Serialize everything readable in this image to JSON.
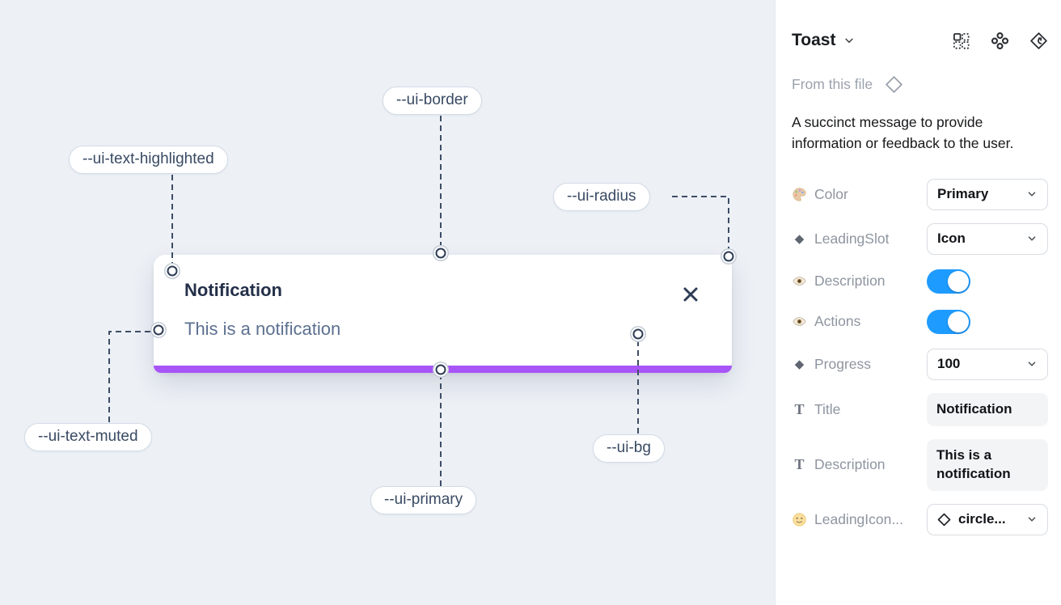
{
  "canvas": {
    "toast": {
      "title": "Notification",
      "description": "This is a notification"
    },
    "variables": [
      {
        "name": "--ui-text-highlighted"
      },
      {
        "name": "--ui-border"
      },
      {
        "name": "--ui-radius"
      },
      {
        "name": "--ui-text-muted"
      },
      {
        "name": "--ui-primary"
      },
      {
        "name": "--ui-bg"
      }
    ],
    "colors": {
      "canvas_bg": "#edf1f6",
      "primary_bar": "#a855f7",
      "connector_line": "#3e4d66"
    }
  },
  "panel": {
    "header": {
      "title": "Toast",
      "icons": [
        "instance-grid-icon",
        "variants-icon",
        "dev-resource-icon"
      ]
    },
    "source": "From this file",
    "description": "A succinct message to provide information or feedback to the user.",
    "properties": [
      {
        "icon": "palette-icon",
        "label": "Color",
        "type": "select",
        "value": "Primary"
      },
      {
        "icon": "diamond-icon",
        "label": "LeadingSlot",
        "type": "select",
        "value": "Icon"
      },
      {
        "icon": "eye-icon",
        "label": "Description",
        "type": "toggle",
        "value": "on"
      },
      {
        "icon": "eye-icon",
        "label": "Actions",
        "type": "toggle",
        "value": "on"
      },
      {
        "icon": "diamond-icon",
        "label": "Progress",
        "type": "select",
        "value": "100"
      },
      {
        "icon": "text-icon",
        "label": "Title",
        "type": "field",
        "value": "Notification"
      },
      {
        "icon": "text-icon",
        "label": "Description",
        "type": "field",
        "value": "This is a notification"
      },
      {
        "icon": "smiley-icon",
        "label": "LeadingIcon...",
        "type": "select",
        "value": "circle..."
      }
    ],
    "colors": {
      "toggle_on": "#1e9bff"
    }
  }
}
